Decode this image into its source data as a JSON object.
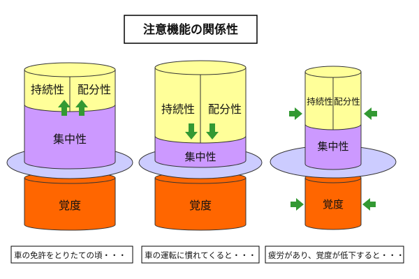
{
  "title": "注意機能の関係性",
  "columns": [
    {
      "sustainability": "持続性",
      "distribution": "配分性",
      "concentration": "集中性",
      "arousal": "覚度",
      "caption": "車の免許をとりたての頃・・・"
    },
    {
      "sustainability": "持続性",
      "distribution": "配分性",
      "concentration": "集中性",
      "arousal": "覚度",
      "caption": "車の運転に慣れてくると・・・"
    },
    {
      "sustainability": "持続性",
      "distribution": "配分性",
      "concentration": "集中性",
      "arousal": "覚度",
      "caption": "疲労があり、覚度が低下すると・・・"
    }
  ],
  "colors": {
    "yellow": "#ffff99",
    "purple": "#cc99ff",
    "plate": "#ccccff",
    "orange": "#ff6600",
    "arrow": "#339933",
    "outline": "#333333"
  },
  "icons": {
    "up": "arrow-up-icon",
    "down": "arrow-down-icon",
    "right": "arrow-right-icon",
    "left": "arrow-left-icon"
  }
}
